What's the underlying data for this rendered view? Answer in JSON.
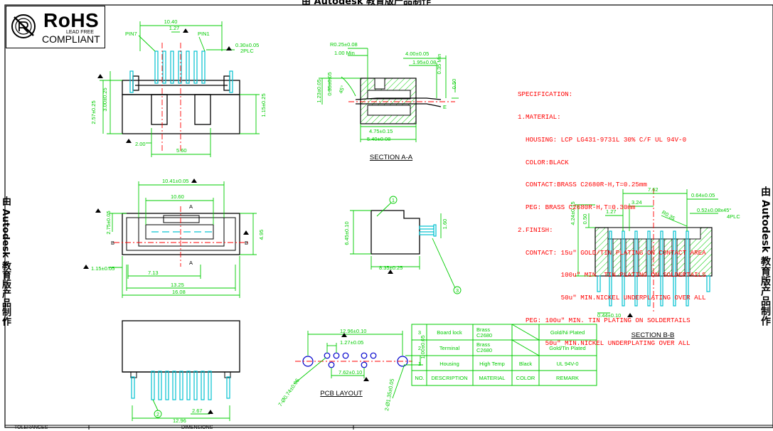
{
  "top_watermark": "由 Autodesk 教育版产品制作",
  "right_watermark": "由 Autodesk 教育版产品制作",
  "left_watermark": "由 Autodesk 教育版产品制作",
  "rohs": {
    "title": "RoHS",
    "subtitle": "LEAD FREE",
    "compliant": "COMPLIANT",
    "icon": "rohs-logo-icon"
  },
  "colors": {
    "dim": "#00cc00",
    "outline": "#000000",
    "hatch": "#00cc00",
    "pin": "#00c0d0",
    "center": "#ff0000",
    "spec": "#ff0000"
  },
  "top_view": {
    "dims": [
      "10.40",
      "1.27",
      "PIN7",
      "PIN1",
      "0.30±0.05",
      "2PLC",
      "2.57±0.25",
      "3.00±0.25",
      "1.15±0.25",
      "2.00",
      "5.60"
    ]
  },
  "section_aa": {
    "title": "SECTION A-A",
    "dims": [
      "R0.25±0.08",
      "1.00 Min",
      "4.00±0.05",
      "1.95±0.08",
      "0.35 Min",
      "1.23±0.05",
      "0.35±0.05",
      "45°",
      "4.75±0.15",
      "5.40±0.08",
      "0.50",
      "E"
    ]
  },
  "spec": {
    "lines": [
      "SPECIFICATION:",
      "1.MATERIAL:",
      "  HOUSING: LCP LG431-9731L 30% C/F UL 94V-0",
      "  COLOR:BLACK",
      "  CONTACT:BRASS C2680R-H,T=0.25mm",
      "  PEG: BRASS C2680R-H,T=0.30mm",
      "2.FINISH:",
      "  CONTACT: 15u\" GOLD/TIN PLATING ON CONTACT AREA",
      "           100u\" MIN. TIN PLATING ON SOLDERTAILS",
      "           50u\" MIN.NICKEL UNDERPLATING OVER ALL",
      "  PEG: 100u\" MIN. TIN PLATING ON SOLDERTAILS",
      "       50u\" MIN.NICKEL UNDERPLATING OVER ALL"
    ]
  },
  "front_view": {
    "dims": [
      "10.41±0.05",
      "10.60",
      "A",
      "2.75±0.05",
      "B",
      "4.95",
      "1.15±0.05",
      "7.13",
      "13.25",
      "16.08"
    ]
  },
  "side_view": {
    "dims": [
      "1",
      "6.45±0.10",
      "1.60",
      "8.35±0.25",
      "3"
    ]
  },
  "section_bb": {
    "title": "SECTION B-B",
    "dims": [
      "7.62",
      "0.64±0.05",
      "1.27",
      "3.24",
      "R0.35",
      "0.52±0.08x45°",
      "4PLC",
      "4.24±0.15",
      "0.50",
      "0.44±0.10"
    ]
  },
  "bottom_view": {
    "dims": [
      "2.67",
      "12.96",
      "2"
    ]
  },
  "pcb": {
    "title": "PCB LAYOUT",
    "dims": [
      "12.96±0.10",
      "1.27±0.05",
      "7.62±0.10",
      "1.00±0.05",
      "7-Ø0.74±0.05",
      "2-Ø1.35±0.05"
    ]
  },
  "bom": {
    "headers": [
      "NO.",
      "DESCRIPTION",
      "MATERIAL",
      "COLOR",
      "REMARK"
    ],
    "rows": [
      [
        "3",
        "Board lock",
        "Brass C2680",
        "",
        "Gold/Ni Plated"
      ],
      [
        "2",
        "Terminal",
        "Brass C2680",
        "",
        "Gold/Tin Plated"
      ],
      [
        "1",
        "Housing",
        "High Temp",
        "Black",
        "UL 94V-0"
      ]
    ]
  },
  "footer": [
    "TOLERANCES",
    "DIMENSIONS"
  ]
}
